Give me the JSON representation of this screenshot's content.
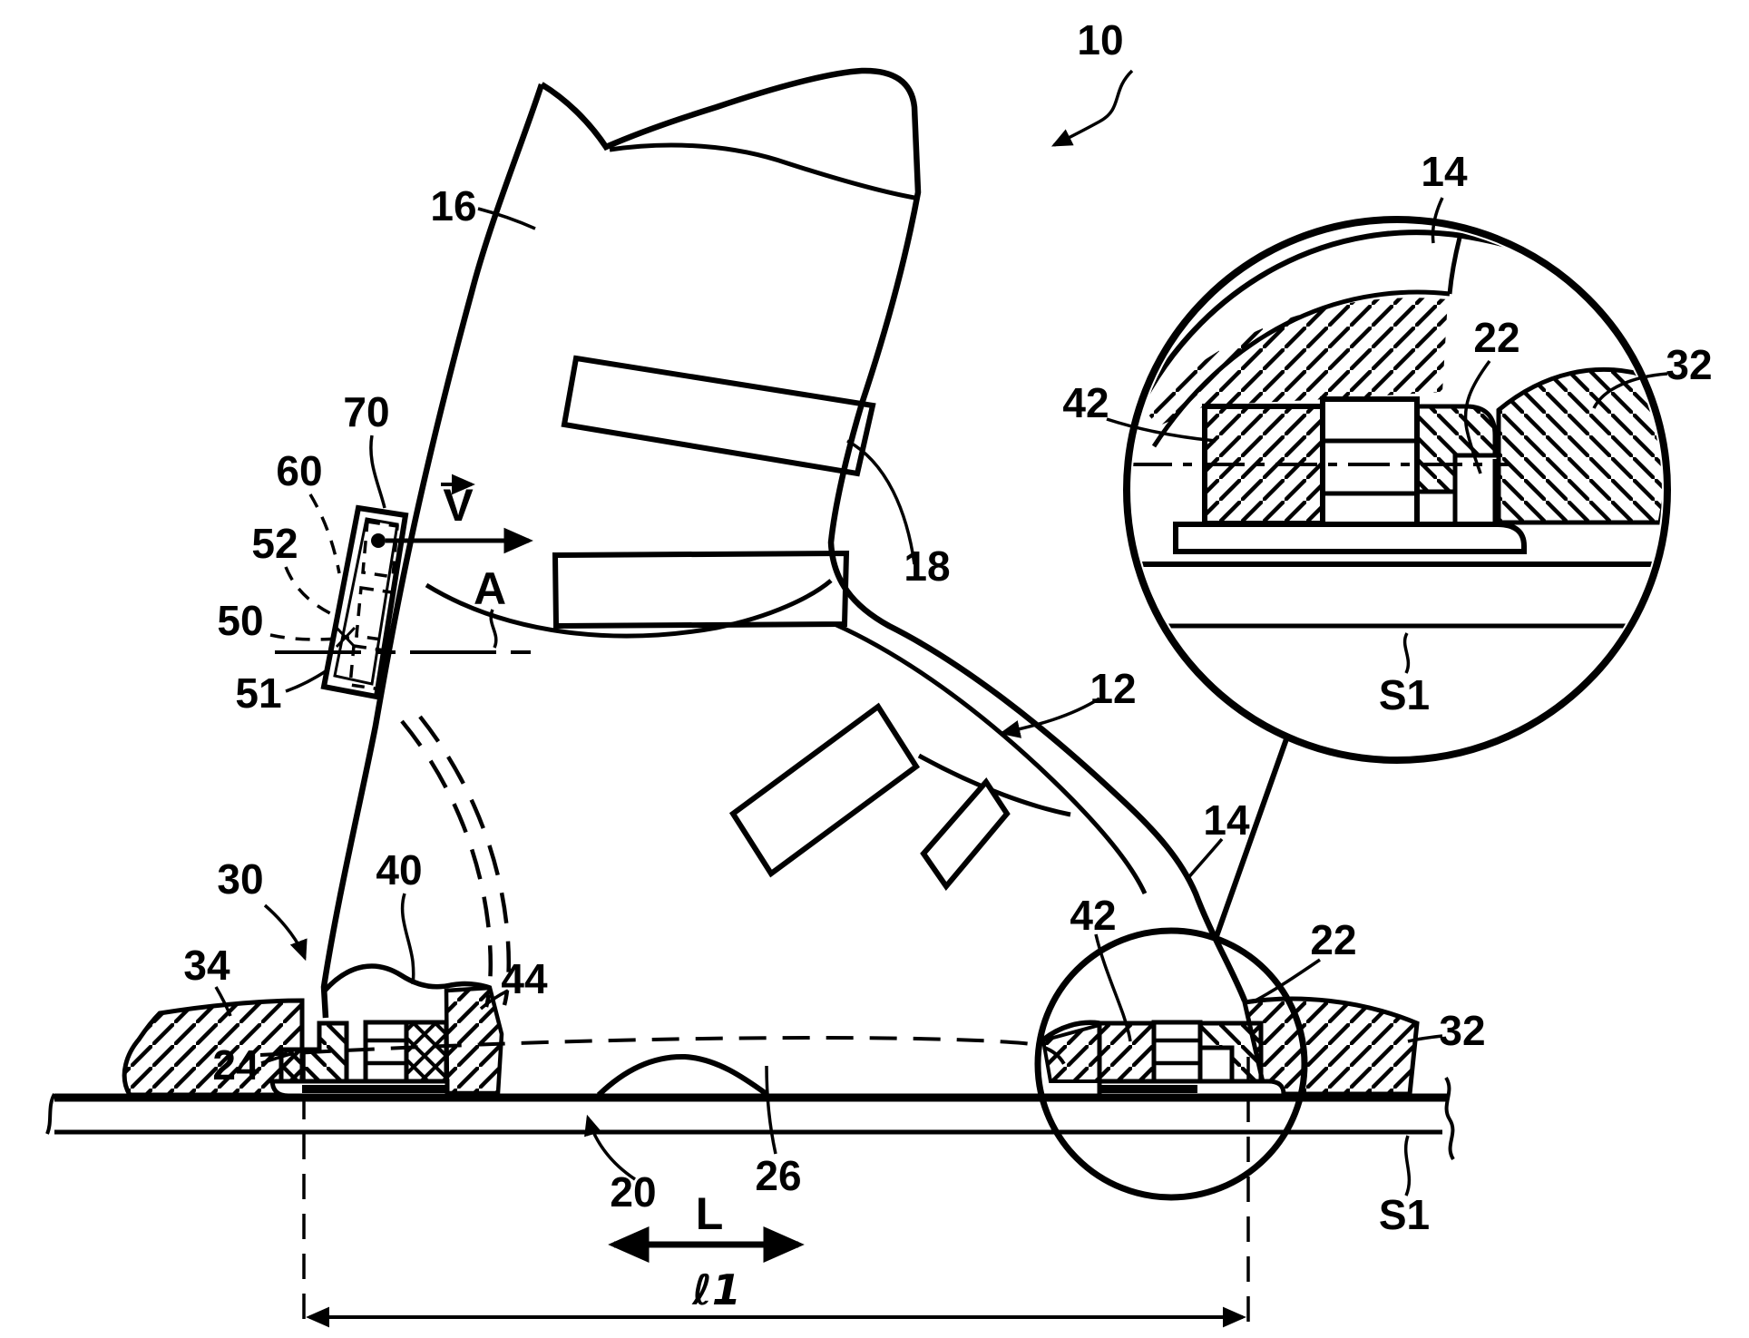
{
  "figure": {
    "kind": "patent line drawing",
    "subject": "ski boot with binding interface and magnified cross-section detail"
  },
  "colors": {
    "ink": "#000000",
    "background": "#ffffff"
  },
  "labels": {
    "assembly": "10",
    "boot": "12",
    "cuff": "16",
    "cuff_strap": "18",
    "collar_device": "70",
    "hidden_device": "60",
    "screw": "52",
    "guide": "50",
    "catch_upper": "51",
    "vector_v": "V",
    "axis_a": "A",
    "front_unit": "30",
    "ramp": "34",
    "front_catch": "24",
    "front_housing": "40",
    "front_sole": "44",
    "track": "20",
    "sole_mid": "26",
    "dim_L": "L",
    "dim_l1": "ℓ1",
    "shell_heel": "14",
    "insert": "42",
    "rear_catch": "22",
    "rear_sole": "32",
    "ski": "S1",
    "detail_shell": "14",
    "detail_insert": "42",
    "detail_catch": "22",
    "detail_sole": "32",
    "detail_ski": "S1"
  }
}
